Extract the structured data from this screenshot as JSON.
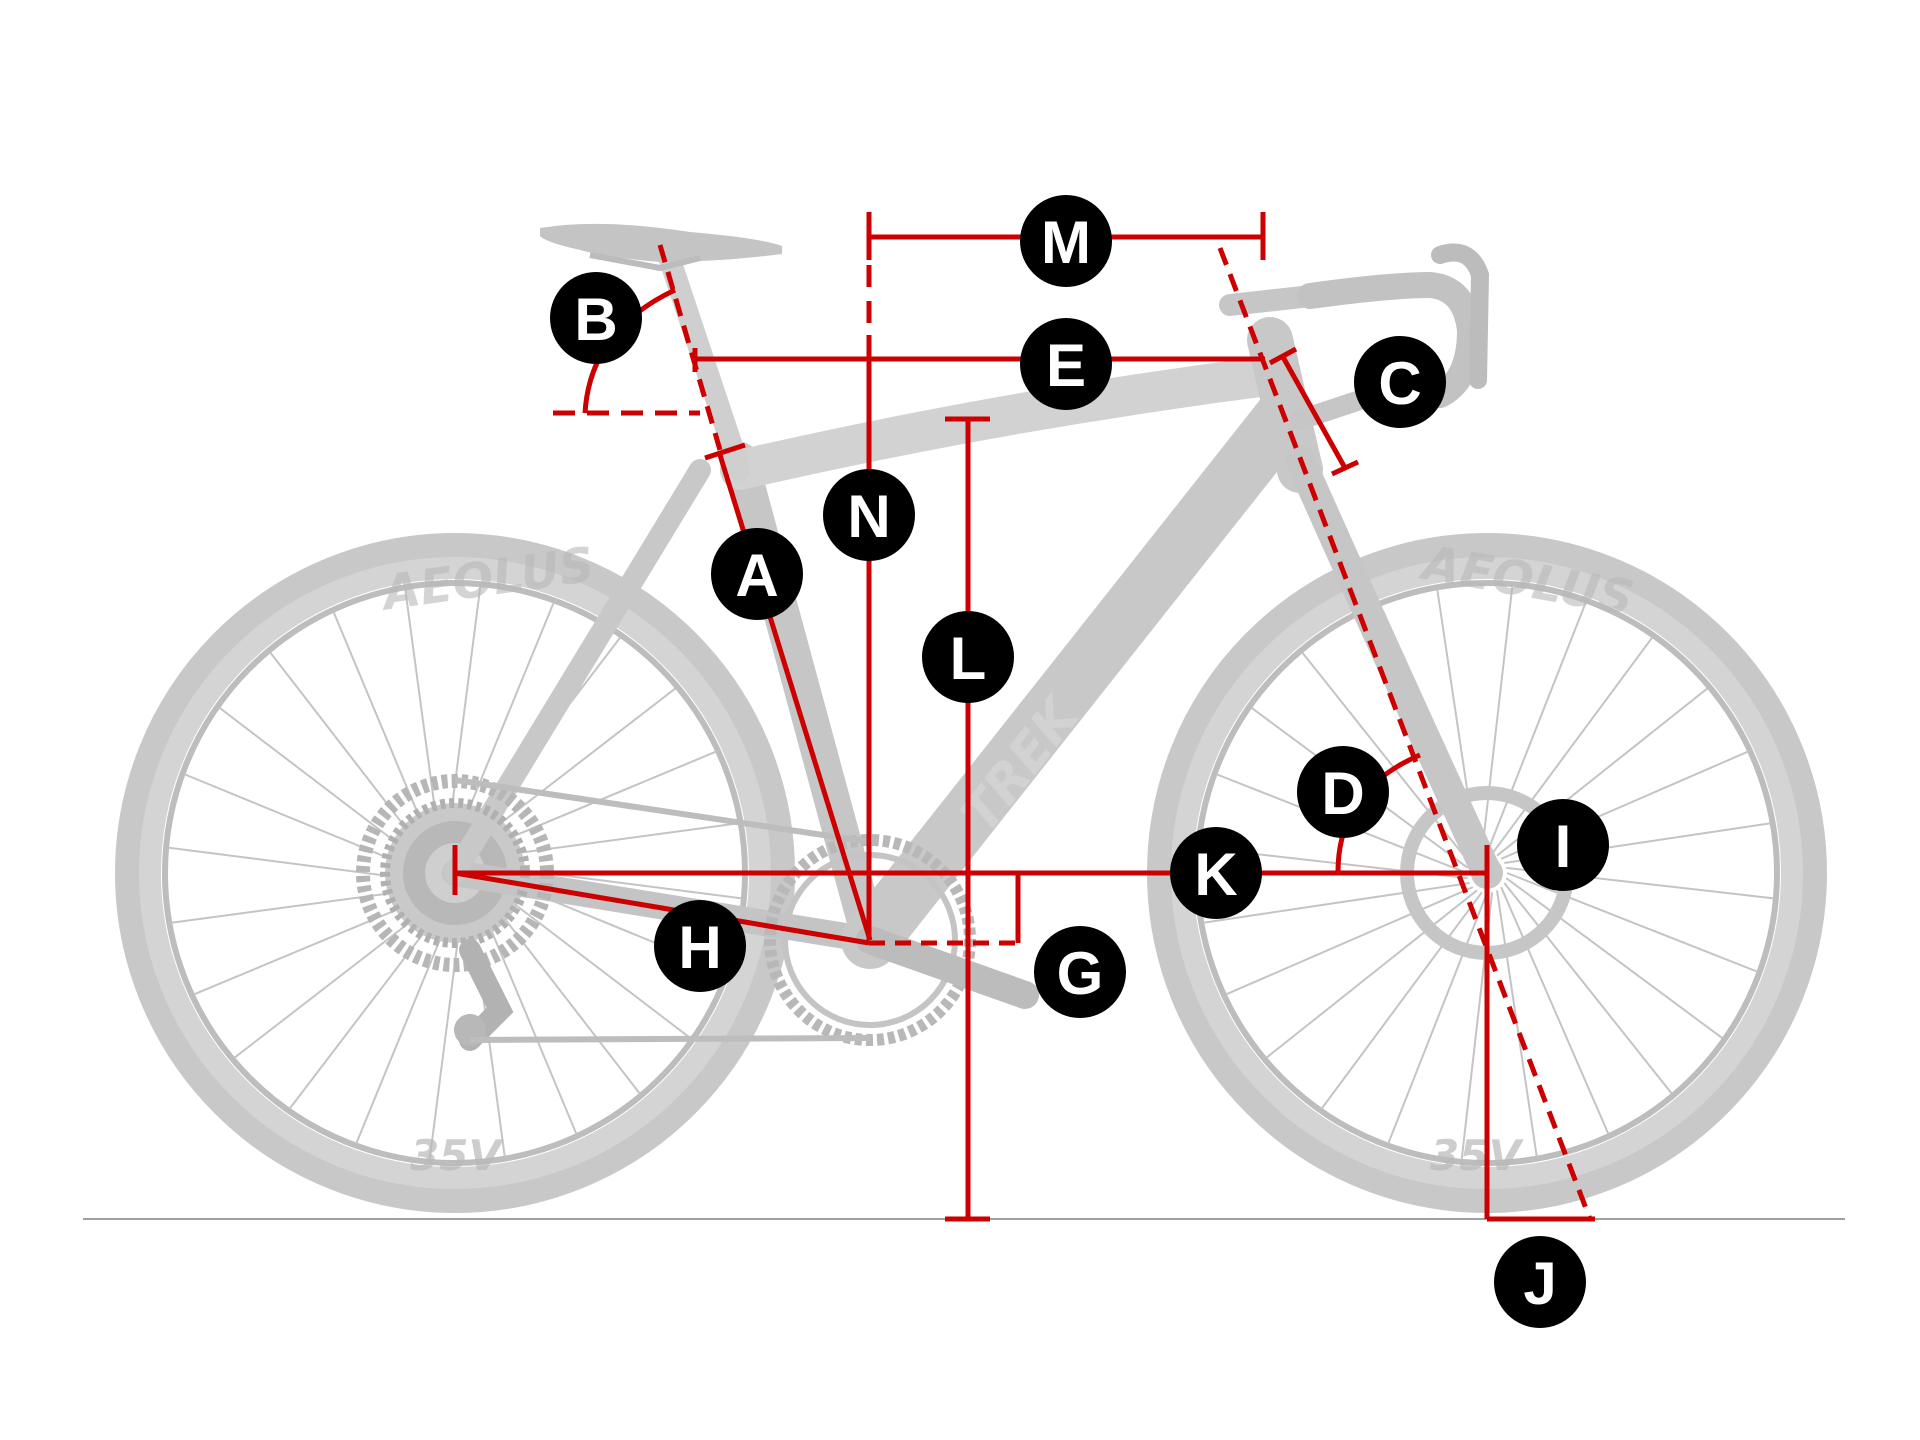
{
  "diagram": {
    "frame_brand_text": "TREK",
    "rear_rim_text": "35V",
    "front_rim_text": "35V",
    "rear_tire_text": "AEOLUS",
    "front_tire_text": "AEOLUS",
    "labels": {
      "A": "A",
      "B": "B",
      "C": "C",
      "D": "D",
      "E": "E",
      "G": "G",
      "H": "H",
      "I": "I",
      "J": "J",
      "K": "K",
      "L": "L",
      "M": "M",
      "N": "N"
    }
  },
  "colors": {
    "measure_line": "#cc0000",
    "label_circle": "#000000",
    "label_text": "#ffffff",
    "bike_grey": "#bdbdbd",
    "ground_line": "#9a9a9a"
  }
}
